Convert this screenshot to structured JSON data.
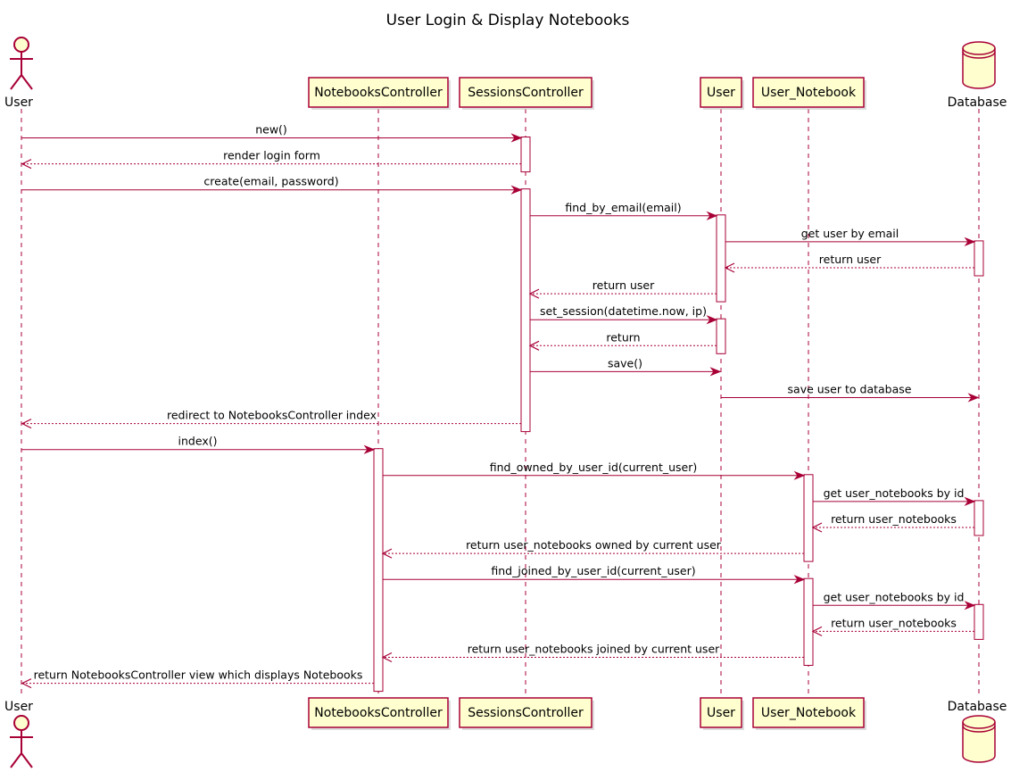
{
  "title": "User Login & Display Notebooks",
  "colors": {
    "line": "#A80036",
    "box_fill": "#FEFECE",
    "activation_fill": "#FFFFFF",
    "lifeline": "#A80036"
  },
  "participants": [
    {
      "id": "user",
      "label": "User",
      "kind": "actor",
      "icon": "actor-icon"
    },
    {
      "id": "notebooks_controller",
      "label": "NotebooksController",
      "kind": "participant"
    },
    {
      "id": "sessions_controller",
      "label": "SessionsController",
      "kind": "participant"
    },
    {
      "id": "user_model",
      "label": "User",
      "kind": "participant"
    },
    {
      "id": "user_notebook",
      "label": "User_Notebook",
      "kind": "participant"
    },
    {
      "id": "database",
      "label": "Database",
      "kind": "database",
      "icon": "database-icon"
    }
  ],
  "messages": [
    {
      "from": "user",
      "to": "sessions_controller",
      "label": "new()",
      "style": "sync"
    },
    {
      "from": "sessions_controller",
      "to": "user",
      "label": "render login form",
      "style": "return"
    },
    {
      "from": "user",
      "to": "sessions_controller",
      "label": "create(email, password)",
      "style": "sync"
    },
    {
      "from": "sessions_controller",
      "to": "user_model",
      "label": "find_by_email(email)",
      "style": "sync"
    },
    {
      "from": "user_model",
      "to": "database",
      "label": "get user by email",
      "style": "sync"
    },
    {
      "from": "database",
      "to": "user_model",
      "label": "return user",
      "style": "return"
    },
    {
      "from": "user_model",
      "to": "sessions_controller",
      "label": "return user",
      "style": "return"
    },
    {
      "from": "sessions_controller",
      "to": "user_model",
      "label": "set_session(datetime.now, ip)",
      "style": "sync"
    },
    {
      "from": "user_model",
      "to": "sessions_controller",
      "label": "return",
      "style": "return"
    },
    {
      "from": "sessions_controller",
      "to": "user_model",
      "label": "save()",
      "style": "sync"
    },
    {
      "from": "user_model",
      "to": "database",
      "label": "save user to database",
      "style": "sync"
    },
    {
      "from": "sessions_controller",
      "to": "user",
      "label": "redirect to NotebooksController index",
      "style": "return"
    },
    {
      "from": "user",
      "to": "notebooks_controller",
      "label": "index()",
      "style": "sync"
    },
    {
      "from": "notebooks_controller",
      "to": "user_notebook",
      "label": "find_owned_by_user_id(current_user)",
      "style": "sync"
    },
    {
      "from": "user_notebook",
      "to": "database",
      "label": "get user_notebooks by id",
      "style": "sync"
    },
    {
      "from": "database",
      "to": "user_notebook",
      "label": "return user_notebooks",
      "style": "return"
    },
    {
      "from": "user_notebook",
      "to": "notebooks_controller",
      "label": "return user_notebooks owned by current user",
      "style": "return"
    },
    {
      "from": "notebooks_controller",
      "to": "user_notebook",
      "label": "find_joined_by_user_id(current_user)",
      "style": "sync"
    },
    {
      "from": "user_notebook",
      "to": "database",
      "label": "get user_notebooks by id",
      "style": "sync"
    },
    {
      "from": "database",
      "to": "user_notebook",
      "label": "return user_notebooks",
      "style": "return"
    },
    {
      "from": "user_notebook",
      "to": "notebooks_controller",
      "label": "return user_notebooks joined by current user",
      "style": "return"
    },
    {
      "from": "notebooks_controller",
      "to": "user",
      "label": "return NotebooksController view which displays Notebooks",
      "style": "return"
    }
  ],
  "activations": [
    {
      "participant": "sessions_controller",
      "from_message": 0,
      "to_message": 1
    },
    {
      "participant": "sessions_controller",
      "from_message": 2,
      "to_message": 11
    },
    {
      "participant": "user_model",
      "from_message": 3,
      "to_message": 6
    },
    {
      "participant": "database",
      "from_message": 4,
      "to_message": 5
    },
    {
      "participant": "user_model",
      "from_message": 7,
      "to_message": 8
    },
    {
      "participant": "notebooks_controller",
      "from_message": 12,
      "to_message": 21
    },
    {
      "participant": "user_notebook",
      "from_message": 13,
      "to_message": 16
    },
    {
      "participant": "database",
      "from_message": 14,
      "to_message": 15
    },
    {
      "participant": "user_notebook",
      "from_message": 17,
      "to_message": 20
    },
    {
      "participant": "database",
      "from_message": 18,
      "to_message": 19
    }
  ]
}
